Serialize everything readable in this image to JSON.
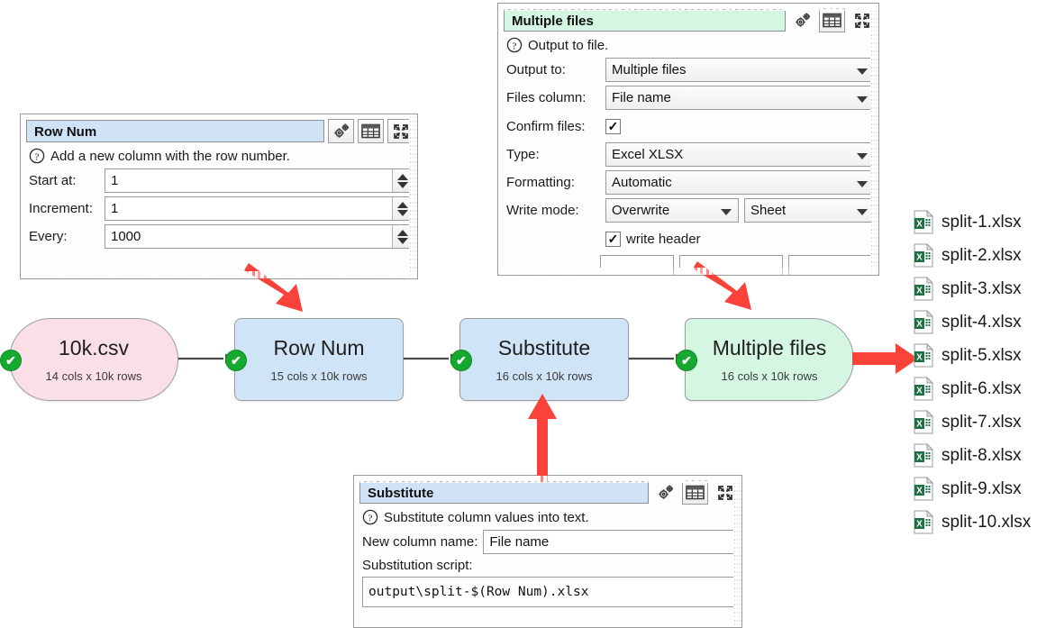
{
  "panels": {
    "row_num": {
      "title": "Row Num",
      "description": "Add a new column with the row number.",
      "help_icon": "question-icon",
      "tools": [
        "settings-gears-icon",
        "table-grid-icon",
        "expand-arrows-icon"
      ],
      "fields": [
        {
          "label": "Start at:",
          "value": "1"
        },
        {
          "label": "Increment:",
          "value": "1"
        },
        {
          "label": "Every:",
          "value": "1000"
        }
      ]
    },
    "multiple_files": {
      "title": "Multiple files",
      "description": "Output to file.",
      "help_icon": "question-icon",
      "tools": [
        "settings-gears-icon",
        "table-grid-icon",
        "expand-arrows-icon"
      ],
      "output_to": {
        "label": "Output to:",
        "value": "Multiple files"
      },
      "files_column": {
        "label": "Files column:",
        "value": "File name"
      },
      "confirm_files": {
        "label": "Confirm files:",
        "checked": true,
        "mark": "✓"
      },
      "type": {
        "label": "Type:",
        "value": "Excel XLSX"
      },
      "formatting": {
        "label": "Formatting:",
        "value": "Automatic"
      },
      "write_mode": {
        "label": "Write mode:",
        "value": "Overwrite",
        "second_value": "Sheet"
      },
      "write_header": {
        "label": "write header",
        "checked": true,
        "mark": "✓"
      }
    },
    "substitute": {
      "title": "Substitute",
      "description": "Substitute column values into text.",
      "help_icon": "question-icon",
      "tools": [
        "settings-gears-icon",
        "table-grid-icon",
        "expand-arrows-icon"
      ],
      "new_column_name": {
        "label": "New column name:",
        "value": "File name"
      },
      "substitution_script": {
        "label": "Substitution script:",
        "value": "output\\split-$(Row Num).xlsx"
      }
    }
  },
  "flow": {
    "nodes": [
      {
        "title": "10k.csv",
        "subtitle": "14 cols x 10k rows",
        "status": "ok",
        "mark": "✔",
        "color": "#fadfe7"
      },
      {
        "title": "Row Num",
        "subtitle": "15 cols x 10k rows",
        "status": "ok",
        "mark": "✔",
        "color": "#cfe4f7"
      },
      {
        "title": "Substitute",
        "subtitle": "16 cols x 10k rows",
        "status": "ok",
        "mark": "✔",
        "color": "#cfe4f7"
      },
      {
        "title": "Multiple files",
        "subtitle": "16 cols x 10k rows",
        "status": "ok",
        "mark": "✔",
        "color": "#d4f6e2"
      }
    ]
  },
  "output_files": {
    "icon": "excel-file-icon",
    "items": [
      {
        "name": "split-1.xlsx"
      },
      {
        "name": "split-2.xlsx"
      },
      {
        "name": "split-3.xlsx"
      },
      {
        "name": "split-4.xlsx"
      },
      {
        "name": "split-5.xlsx"
      },
      {
        "name": "split-6.xlsx"
      },
      {
        "name": "split-7.xlsx"
      },
      {
        "name": "split-8.xlsx"
      },
      {
        "name": "split-9.xlsx"
      },
      {
        "name": "split-10.xlsx"
      }
    ]
  },
  "annotations": {
    "arrow_color": "#f9423a",
    "arrows": [
      {
        "name": "arrow-to-row-num",
        "direction": "down-right"
      },
      {
        "name": "arrow-to-multiple-files",
        "direction": "down-right"
      },
      {
        "name": "arrow-to-substitute",
        "direction": "up"
      },
      {
        "name": "arrow-to-output-files",
        "direction": "right"
      }
    ]
  },
  "colors": {
    "node_input": "#fadfe7",
    "node_transform": "#cfe4f7",
    "node_output": "#d4f6e2",
    "status_ok": "#16a92f",
    "annotation_red": "#f9423a",
    "excel_green": "#1d7044"
  }
}
